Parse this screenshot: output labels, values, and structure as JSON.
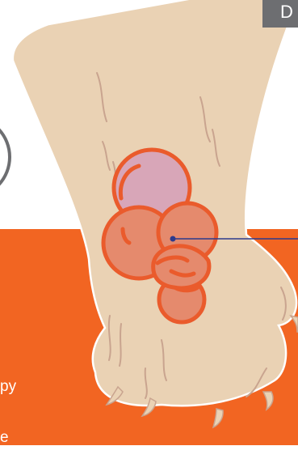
{
  "colors": {
    "background": "#ffffff",
    "orange_band": "#f26522",
    "corner_tag": "#6d6e71",
    "leg_fill": "#ead2b4",
    "leg_outline": "#ffffff",
    "fur_lines": "#c9a48f",
    "lump_outline": "#ea5b2c",
    "lump_fill": "#e58a6d",
    "lump_back_fill": "#d8a6b8",
    "pointer_line": "#2d3a8c"
  },
  "corner_tag": {
    "text": "D"
  },
  "side_text": {
    "line1": "py",
    "line2": "e"
  },
  "icons": {
    "outline_circle": "circle-outline-icon",
    "pointer": "pointer-dot-icon"
  }
}
